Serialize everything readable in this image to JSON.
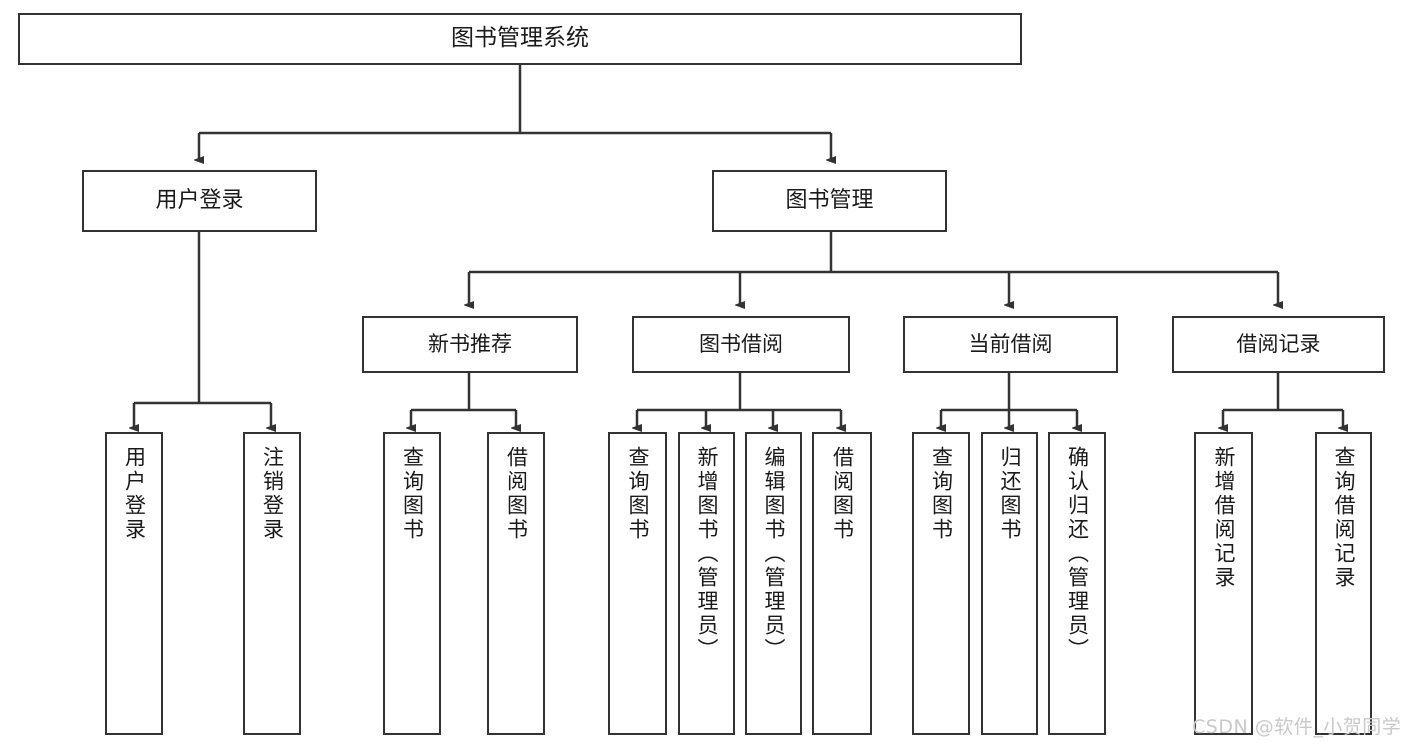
{
  "diagram": {
    "title": "图书管理系统",
    "type": "tree-structure-chart",
    "background_color": "#ffffff",
    "line_color": "#333333",
    "box_border_color": "#333333",
    "box_fill_color": "#ffffff",
    "text_color": "#1a1a1a"
  },
  "nodes": {
    "root": {
      "label": "图书管理系统"
    },
    "level2": [
      {
        "label": "用户登录"
      },
      {
        "label": "图书管理"
      }
    ],
    "level3": [
      {
        "label": "新书推荐"
      },
      {
        "label": "图书借阅"
      },
      {
        "label": "当前借阅"
      },
      {
        "label": "借阅记录"
      }
    ],
    "leaves": {
      "user_login": [
        {
          "label": "用户登录"
        },
        {
          "label": "注销登录"
        }
      ],
      "new_book_recommend": [
        {
          "label": "查询图书"
        },
        {
          "label": "借阅图书"
        }
      ],
      "book_borrow": [
        {
          "label": "查询图书"
        },
        {
          "label": "新增图书（管理员）"
        },
        {
          "label": "编辑图书（管理员）"
        },
        {
          "label": "借阅图书"
        }
      ],
      "current_borrow": [
        {
          "label": "查询图书"
        },
        {
          "label": "归还图书"
        },
        {
          "label": "确认归还（管理员）"
        }
      ],
      "borrow_record": [
        {
          "label": "新增借阅记录"
        },
        {
          "label": "查询借阅记录"
        }
      ]
    }
  },
  "watermark": {
    "text": "CSDN @软件_小贺同学",
    "color": "#c9c9c9"
  }
}
